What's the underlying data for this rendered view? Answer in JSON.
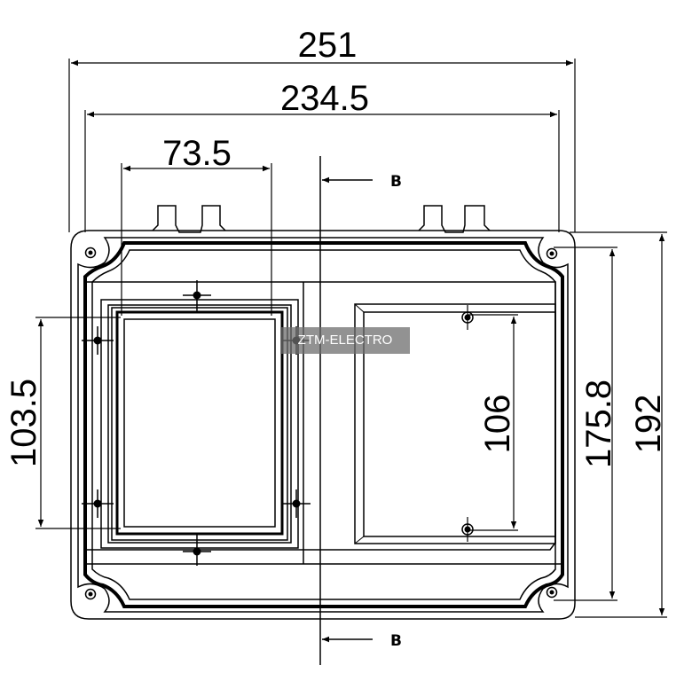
{
  "dimensions": {
    "overall_width": "251",
    "inner_width": "234.5",
    "window_width": "73.5",
    "window_height": "103.5",
    "right_hole_spacing": "106",
    "inner_height": "175.8",
    "overall_height": "192"
  },
  "section": {
    "top_label": "B",
    "bottom_label": "B"
  },
  "watermark": {
    "text": "ZTM-ELECTRO"
  }
}
